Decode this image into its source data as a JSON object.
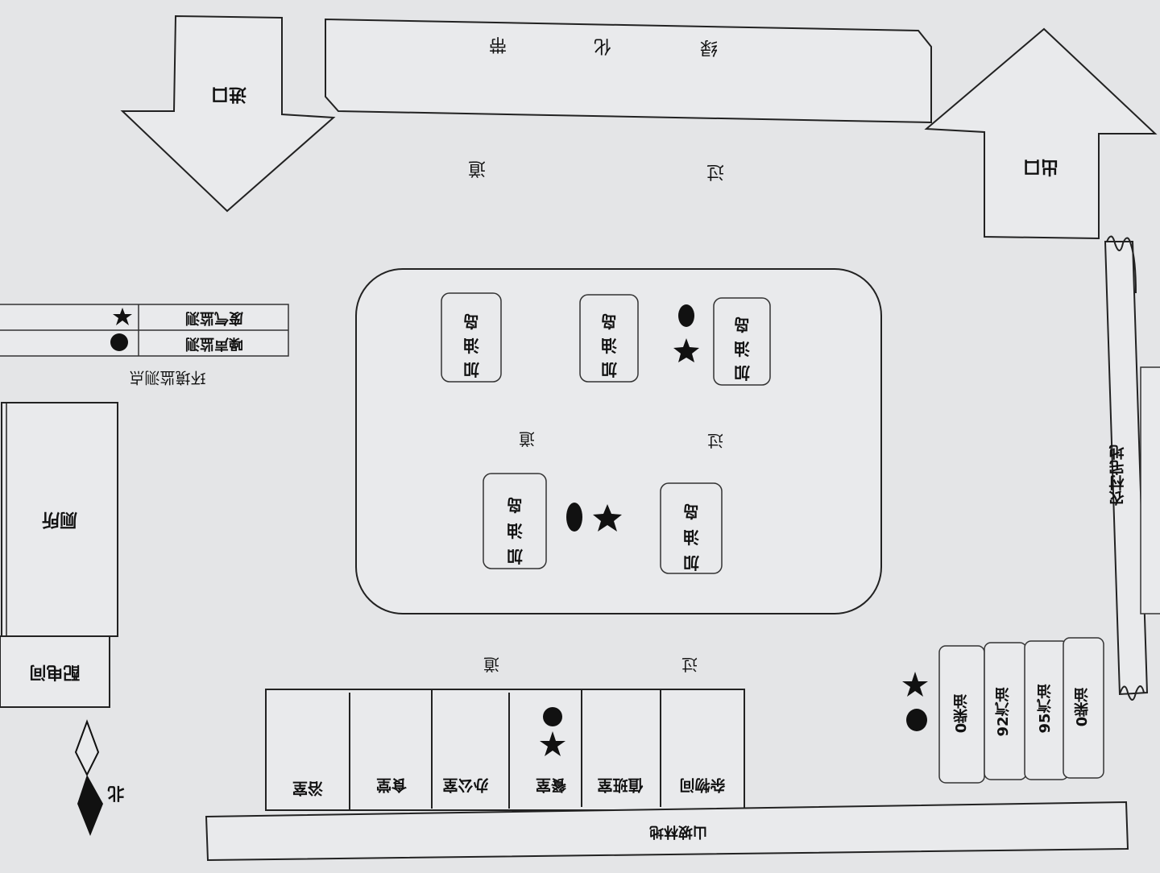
{
  "labels": {
    "entrance": "进口",
    "exit": "出口",
    "green_belt": [
      "绿",
      "化",
      "带"
    ],
    "passage_top": [
      "过",
      "道"
    ],
    "passage_middle": [
      "过",
      "道"
    ],
    "passage_bottom": [
      "过",
      "道"
    ],
    "fuel_island": [
      "加",
      "油",
      "岛"
    ],
    "mountain_forest": "山坡林地",
    "village_land": "农村宅地",
    "env_monitoring": "环境监测点",
    "legend_rows": [
      "噪声监测",
      "废气监测"
    ],
    "toilet": "厕所",
    "power_room": "配电间",
    "north": "北",
    "buildings": [
      "杂物间",
      "值班室",
      "餐室",
      "办公室",
      "食堂",
      "浴室"
    ],
    "tanks": [
      "0柴油",
      "92汽油",
      "95汽油",
      "0柴油"
    ]
  },
  "colors": {
    "background": "#e4e5e7",
    "line": "#222222",
    "marker": "#111111"
  },
  "icons": {
    "noise_marker": "black-ellipse",
    "exhaust_marker": "black-star",
    "north_arrow": "diamond-compass"
  }
}
